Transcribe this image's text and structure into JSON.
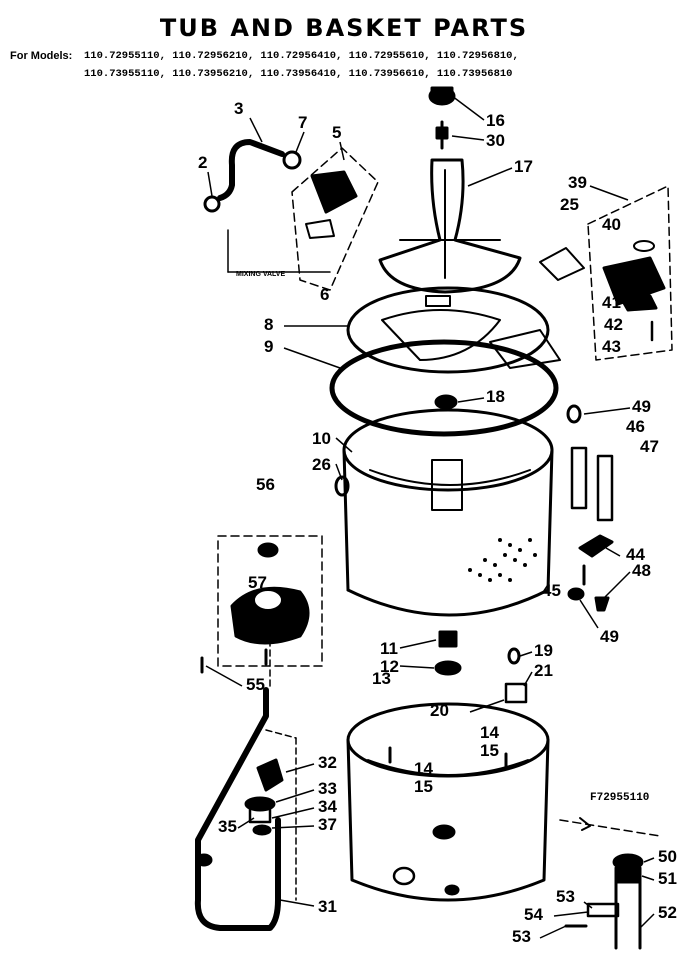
{
  "title": "TUB AND BASKET PARTS",
  "models_prefix": "For Models:",
  "models_line1": "110.72955110, 110.72956210, 110.72956410, 110.72955610, 110.72956810,",
  "models_line2": "110.73955110, 110.73956210, 110.73956410, 110.73956610, 110.73956810",
  "drawing_number": "F72955110",
  "mixing_valve_label": "MIXING VALVE",
  "callouts": [
    "3",
    "7",
    "2",
    "5",
    "6",
    "16",
    "30",
    "17",
    "39",
    "25",
    "40",
    "41",
    "42",
    "43",
    "8",
    "9",
    "18",
    "49",
    "10",
    "26",
    "46",
    "47",
    "56",
    "57",
    "44",
    "48",
    "45",
    "49",
    "55",
    "11",
    "12",
    "13",
    "19",
    "21",
    "20",
    "14",
    "15",
    "14",
    "15",
    "32",
    "33",
    "34",
    "35",
    "37",
    "31",
    "50",
    "51",
    "52",
    "53",
    "54",
    "53"
  ],
  "colors": {
    "ink": "#000000",
    "paper": "#ffffff"
  }
}
